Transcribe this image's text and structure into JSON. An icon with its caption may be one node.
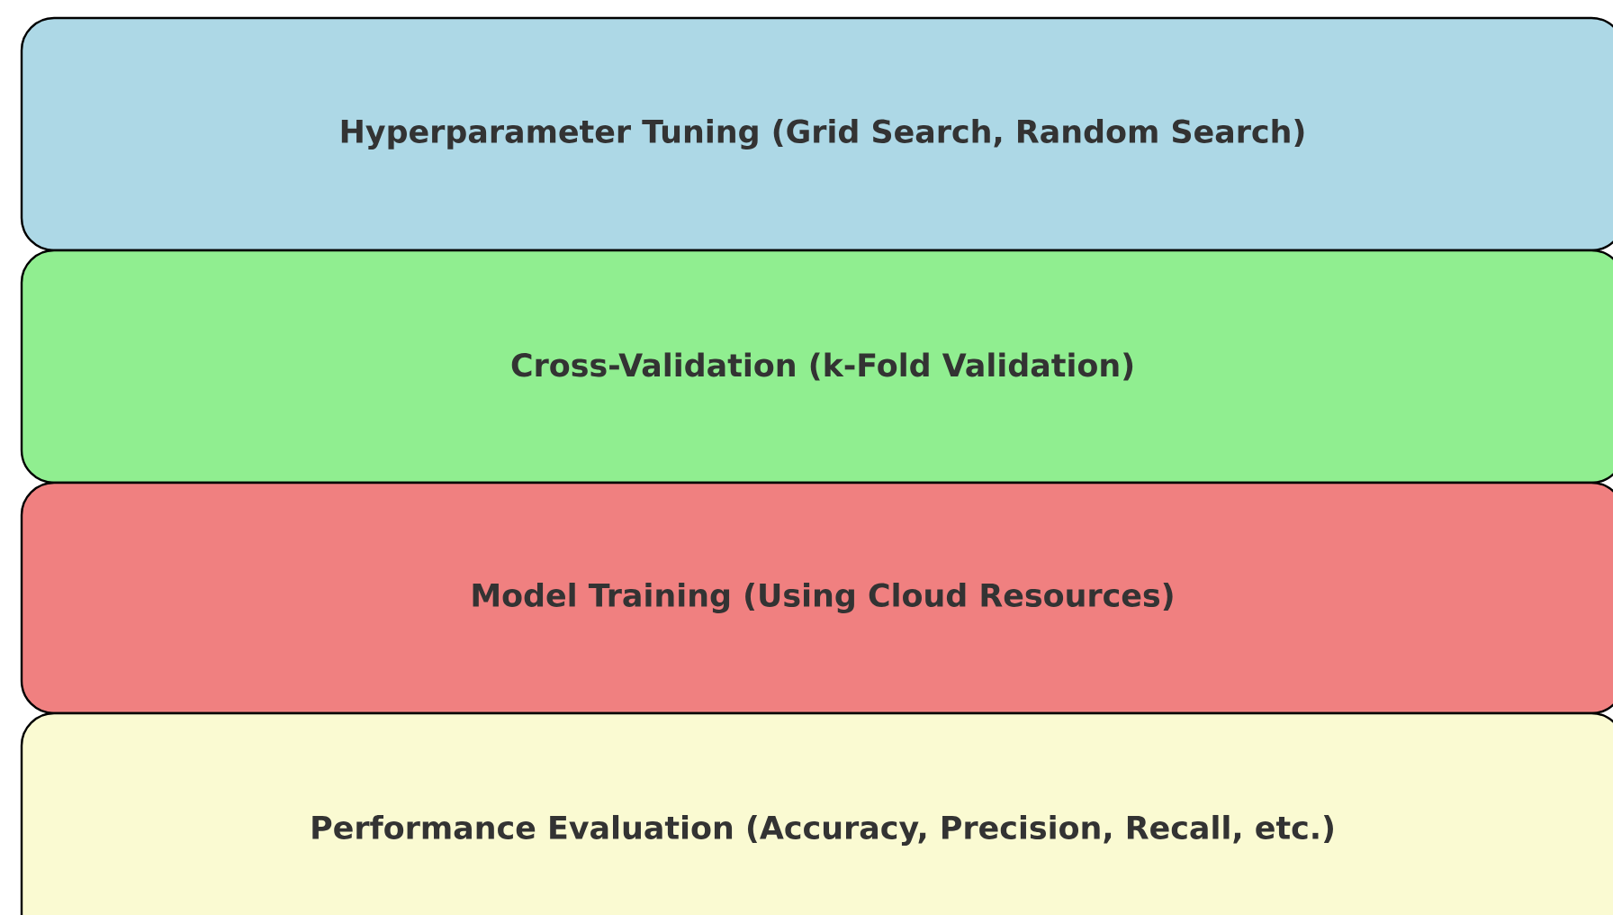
{
  "diagram": {
    "nodes": [
      {
        "text": [
          "Hyperparameter Tuning (Grid Search, Random Search)"
        ]
      },
      {
        "text": [
          "Cross-Validation (k-Fold Validation)"
        ]
      },
      {
        "text": [
          "Model Training (Using Cloud Resources)"
        ]
      },
      {
        "text": [
          "Performance Evaluation (Accuracy, Precision, Recall, etc.)"
        ]
      }
    ]
  }
}
